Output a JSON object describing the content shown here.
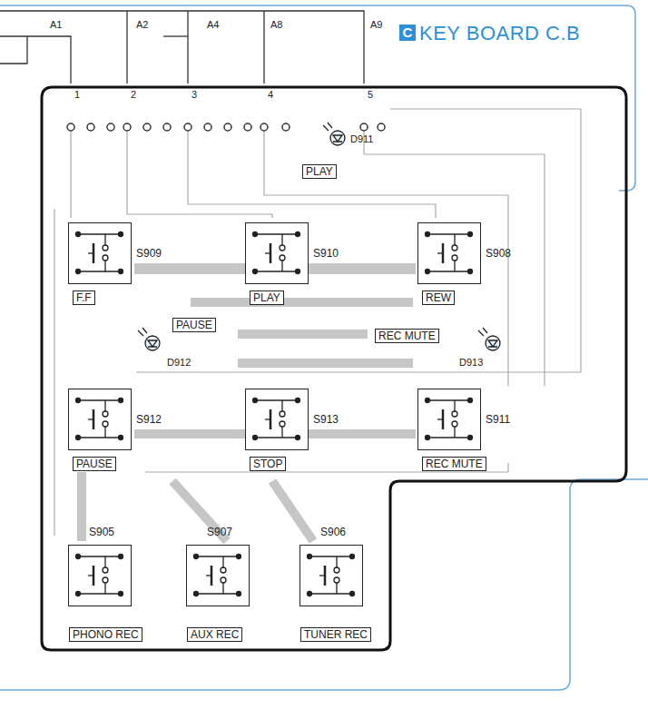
{
  "diagram": {
    "title": "KEY BOARD C.B",
    "nodes": [
      {
        "text": [
          "PLAY"
        ]
      },
      {
        "text": [
          "S909",
          "F.F"
        ]
      },
      {
        "text": [
          "S910",
          "PLAY"
        ]
      },
      {
        "text": [
          "S908",
          "REW"
        ]
      },
      {
        "text": [
          "PAUSE"
        ]
      },
      {
        "text": [
          "REC MUTE"
        ]
      },
      {
        "text": [
          "S912",
          "PAUSE"
        ]
      },
      {
        "text": [
          "S913",
          "STOP"
        ]
      },
      {
        "text": [
          "S911",
          "REC MUTE"
        ]
      },
      {
        "text": [
          "S905",
          "PHONO REC"
        ]
      },
      {
        "text": [
          "S907",
          "AUX REC"
        ]
      },
      {
        "text": [
          "S906",
          "TUNER REC"
        ]
      }
    ],
    "labels": [
      "C",
      "A1",
      "A2",
      "A4",
      "A8",
      "A9",
      "1",
      "2",
      "3",
      "4",
      "5",
      "D911",
      "D912",
      "D913"
    ]
  }
}
